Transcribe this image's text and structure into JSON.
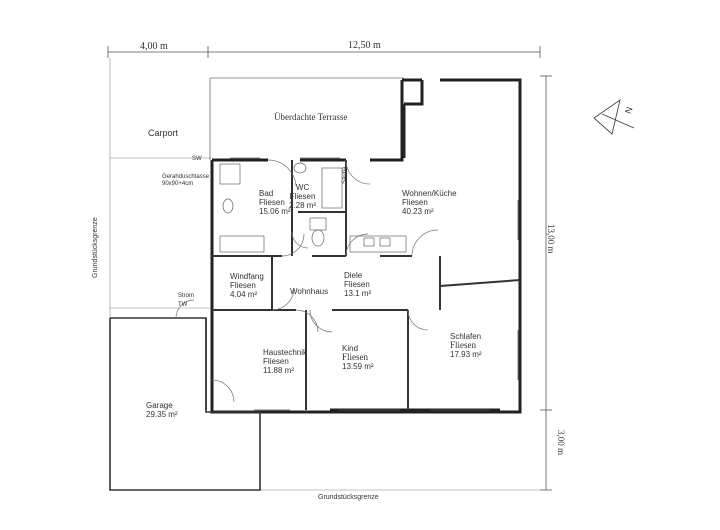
{
  "dimensions": {
    "carport_width": "4,00 m",
    "house_width": "12,50 m",
    "house_depth": "13,00 m",
    "garage_depth": "3,00 m"
  },
  "outside": {
    "carport": "Carport",
    "terrace": "Überdachte Terrasse",
    "boundary_left": "Grundstücksgrenze",
    "boundary_bottom": "Grundstücksgrenze",
    "sw": "SW",
    "shower": "Gerahduschtasse\n90x90+4cm",
    "strom": "Strom",
    "tw": "TW",
    "north": "N"
  },
  "rooms": {
    "bad": {
      "name": "Bad",
      "floor": "Fliesen",
      "area": "15.06 m²"
    },
    "wc": {
      "name": "WC",
      "floor": "Fliesen",
      "area": "2.28 m²"
    },
    "sauna": {
      "name": "Sauna"
    },
    "wohnen": {
      "name": "Wohnen/Küche",
      "floor": "Fliesen",
      "area": "40.23 m²"
    },
    "windfang": {
      "name": "Windfang",
      "floor": "Fliesen",
      "area": "4.04 m²"
    },
    "wohnhaus": {
      "name": "Wohnhaus"
    },
    "diele": {
      "name": "Diele",
      "floor": "Fliesen",
      "area": "13.1 m²"
    },
    "schlafen": {
      "name": "Schlafen",
      "floor": "Fliesen",
      "area": "17.93 m²"
    },
    "haustechnik": {
      "name": "Haustechnik",
      "floor": "Fliesen",
      "area": "11.88 m²"
    },
    "kind": {
      "name": "Kind",
      "floor": "Fliesen",
      "area": "13.59 m²"
    },
    "garage": {
      "name": "Garage",
      "area": "29.35 m²"
    }
  }
}
